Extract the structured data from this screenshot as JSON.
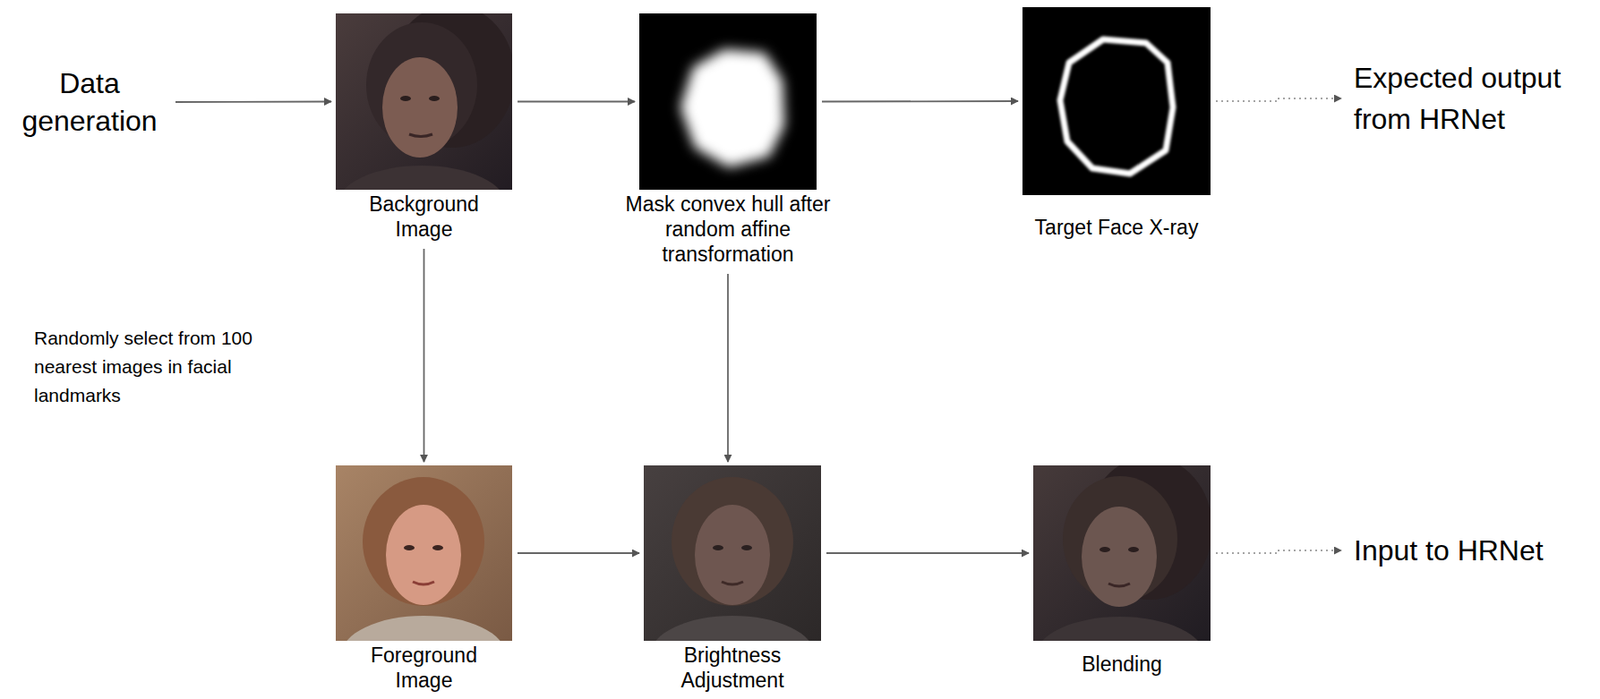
{
  "diagram": {
    "nodes": [
      {
        "text": [
          "Data generation"
        ]
      },
      {
        "text": [
          "Background Image"
        ]
      },
      {
        "text": [
          "Mask convex hull after random affine transformation"
        ]
      },
      {
        "text": [
          "Target Face X-ray"
        ]
      },
      {
        "text": [
          "Expected output from HRNet"
        ]
      },
      {
        "text": [
          "Foreground Image"
        ]
      },
      {
        "text": [
          "Brightness Adjustment"
        ]
      },
      {
        "text": [
          "Blending"
        ]
      },
      {
        "text": [
          "Input to HRNet"
        ]
      }
    ],
    "edges": [
      {
        "from": 0,
        "to": 1,
        "arrow": "to"
      },
      {
        "from": 1,
        "to": 2,
        "arrow": "to"
      },
      {
        "from": 2,
        "to": 3,
        "arrow": "to"
      },
      {
        "from": 3,
        "to": 4,
        "arrow": "to"
      },
      {
        "from": 1,
        "to": 5,
        "arrow": "to",
        "label": "Randomly select from 100 nearest images in facial landmarks"
      },
      {
        "from": 2,
        "to": 6,
        "arrow": "to"
      },
      {
        "from": 5,
        "to": 6,
        "arrow": "to"
      },
      {
        "from": 6,
        "to": 7,
        "arrow": "to"
      },
      {
        "from": 7,
        "to": 8,
        "arrow": "to"
      }
    ]
  }
}
